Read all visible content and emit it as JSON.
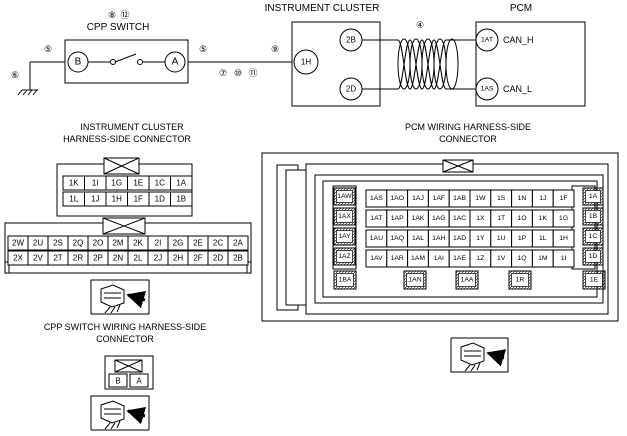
{
  "circuit": {
    "instrument_cluster_title": "INSTRUMENT CLUSTER",
    "pcm_title": "PCM",
    "cpp_switch_title": "CPP SWITCH",
    "cpp_notes": [
      "⑧",
      "⑫"
    ],
    "cpp_pin_b": "B",
    "cpp_pin_a": "A",
    "ic_pin_1h": "1H",
    "ic_pin_2b": "2B",
    "ic_pin_2d": "2D",
    "pcm_pin_1at": "1AT",
    "pcm_pin_1as": "1AS",
    "can_h": "CAN_H",
    "can_l": "CAN_L",
    "note_5_left": "⑤",
    "note_5_right": "⑤",
    "note_6": "⑥",
    "note_9": "⑨",
    "note_4": "④",
    "notes_wire": [
      "⑦",
      "⑩",
      "⑪"
    ]
  },
  "ic_connector": {
    "title_line1": "INSTRUMENT CLUSTER",
    "title_line2": "HARNESS-SIDE CONNECTOR",
    "upper_row1": [
      "1K",
      "1I",
      "1G",
      "1E",
      "1C",
      "1A"
    ],
    "upper_row2": [
      "1L",
      "1J",
      "1H",
      "1F",
      "1D",
      "1B"
    ],
    "lower_row1": [
      "2W",
      "2U",
      "2S",
      "2Q",
      "2O",
      "2M",
      "2K",
      "2I",
      "2G",
      "2E",
      "2C",
      "2A"
    ],
    "lower_row2": [
      "2X",
      "2V",
      "2T",
      "2R",
      "2P",
      "2N",
      "2L",
      "2J",
      "2H",
      "2F",
      "2D",
      "2B"
    ]
  },
  "pcm_connector": {
    "title_line1": "PCM WIRING HARNESS-SIDE",
    "title_line2": "CONNECTOR",
    "left_column": [
      "1AW",
      "1AX",
      "1AY",
      "1AZ"
    ],
    "right_column": [
      "1A",
      "1B",
      "1C",
      "1D"
    ],
    "grid": [
      [
        "1AS",
        "1AO",
        "1AJ",
        "1AF",
        "1AB",
        "1W",
        "1S",
        "1N",
        "1J",
        "1F"
      ],
      [
        "1AT",
        "1AP",
        "1AK",
        "1AG",
        "1AC",
        "1X",
        "1T",
        "1O",
        "1K",
        "1G"
      ],
      [
        "1AU",
        "1AQ",
        "1AL",
        "1AH",
        "1AD",
        "1Y",
        "1U",
        "1P",
        "1L",
        "1H"
      ],
      [
        "1AV",
        "1AR",
        "1AM",
        "1AI",
        "1AE",
        "1Z",
        "1V",
        "1Q",
        "1M",
        "1I"
      ]
    ],
    "bottom_row": [
      "1BA",
      "1AN",
      "1AA",
      "1R",
      "1E"
    ]
  },
  "cpp_connector": {
    "title_line1": "CPP SWITCH WIRING HARNESS-SIDE",
    "title_line2": "CONNECTOR",
    "pins": [
      "B",
      "A"
    ]
  }
}
